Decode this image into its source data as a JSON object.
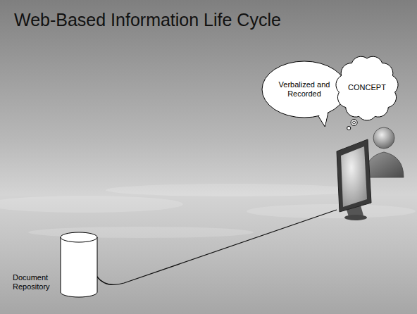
{
  "diagram": {
    "title": "Web-Based Information Life Cycle",
    "nodes": [
      {
        "text": [
          "Verbalized and Recorded"
        ]
      },
      {
        "text": [
          "CONCEPT"
        ]
      },
      {
        "text": [
          "Document Repository"
        ]
      }
    ]
  }
}
